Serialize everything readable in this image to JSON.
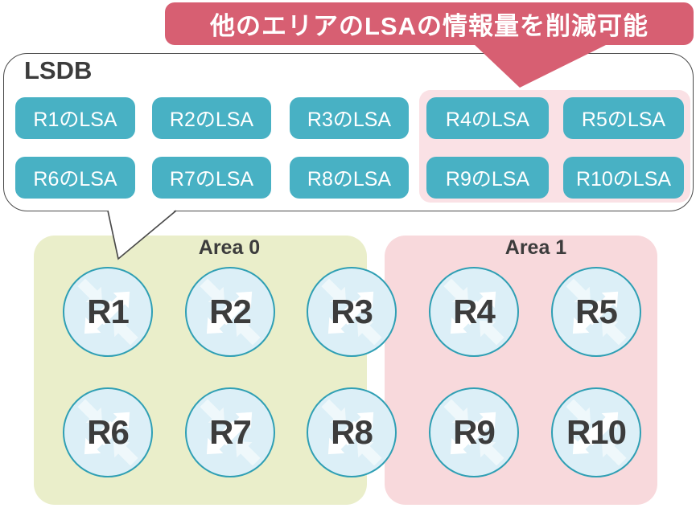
{
  "banner": {
    "label": "他のエリアのLSAの情報量を削減可能"
  },
  "lsdb": {
    "title": "LSDB",
    "rows": [
      [
        "R1のLSA",
        "R2のLSA",
        "R3のLSA",
        "R4のLSA",
        "R5のLSA"
      ],
      [
        "R6のLSA",
        "R7のLSA",
        "R8のLSA",
        "R9のLSA",
        "R10のLSA"
      ]
    ],
    "highlighted_boxes": [
      "R4のLSA",
      "R5のLSA",
      "R9のLSA",
      "R10のLSA"
    ]
  },
  "areas": [
    {
      "label": "Area 0",
      "routers": [
        "R1",
        "R2",
        "R3",
        "R6",
        "R7",
        "R8"
      ]
    },
    {
      "label": "Area 1",
      "routers": [
        "R4",
        "R5",
        "R9",
        "R10"
      ]
    }
  ],
  "colors": {
    "accent_rose": "#D75F72",
    "lsa_teal": "#48B1C4",
    "lsdb_highlight_pink": "#FAE1E5",
    "area0_green": "#EAEECA",
    "area1_pink": "#F8D9DC",
    "router_fill": "#DCEFF7",
    "router_border": "#2F9FB4",
    "text_dark": "#3C3C3C"
  }
}
